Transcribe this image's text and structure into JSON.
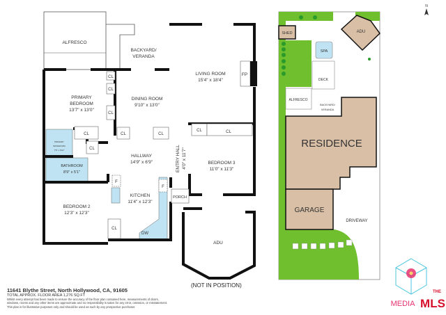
{
  "floor_plan": {
    "rooms": {
      "alfresco": {
        "label": "ALFRESCO"
      },
      "backyard": {
        "label1": "BACKYARD/",
        "label2": "VERANDA"
      },
      "living": {
        "label": "LIVING ROOM",
        "dim": "15'4\" x 18'4\""
      },
      "fireplace": {
        "label": "FP"
      },
      "primary_bedroom": {
        "label1": "PRIMARY",
        "label2": "BEDROOM",
        "dim": "13'7\" x 13'0\""
      },
      "dining": {
        "label": "DINING ROOM",
        "dim": "9'10\" x 13'0\""
      },
      "primary_bathroom": {
        "label1": "PRIMARY",
        "label2": "BATHROOM",
        "dim": "7'5\" x 6'10\""
      },
      "bathroom": {
        "label": "BATHROOM",
        "dim": "8'9\" x 5'1\""
      },
      "hallway": {
        "label": "HALLWAY",
        "dim": "14'9\" x 6'9\""
      },
      "entry_hall": {
        "label": "ENTRY HALL",
        "dim": "4'0\" x 11'7\""
      },
      "bedroom3": {
        "label": "BEDROOM 3",
        "dim": "11'0\" x 11'3\""
      },
      "kitchen": {
        "label": "KITCHEN",
        "dim": "11'4\" x 12'3\""
      },
      "porch": {
        "label": "PORCH"
      },
      "bedroom2": {
        "label": "BEDROOM 2",
        "dim": "12'3\" x 12'3\""
      },
      "adu": {
        "label": "ADU"
      }
    },
    "closet_label": "CL",
    "fridge_label": "F",
    "dishwasher_label": "DW",
    "not_in_position": "(NOT IN POSITION)"
  },
  "site_plan": {
    "shed": "SHED",
    "adu": "ADU",
    "spa": "SPA",
    "deck": "DECK",
    "alfresco": "ALFRESCO",
    "backyard1": "BACKYARD/",
    "backyard2": "VERANDA",
    "residence": "RESIDENCE",
    "garage": "GARAGE",
    "driveway": "DRIVEWAY",
    "north": "N"
  },
  "footer": {
    "address": "11641 Blythe Street, North Hollywood, CA, 91605",
    "area": "TOTAL APPROX. FLOOR AREA 1,276 SQ.FT",
    "disclaimer1": "Whilst every attempt has been made to ensure the accuracy of the floor plan contained here, measurements of doors,",
    "disclaimer2": "windows, rooms and any other items are approximate and no responsibility is taken for any error, omission, or misstatement.",
    "disclaimer3": "This plan is for illustrative purposes only and should be used as such by any prospective purchaser."
  },
  "logo": {
    "text": "MEDIA THE MLS .com"
  },
  "colors": {
    "wall": "#111111",
    "wet": "#bfe3f2",
    "lawn": "#6fbf2e",
    "building": "#d9bfa6",
    "logo_pink": "#e8326f",
    "logo_cyan": "#4cc6e0"
  }
}
